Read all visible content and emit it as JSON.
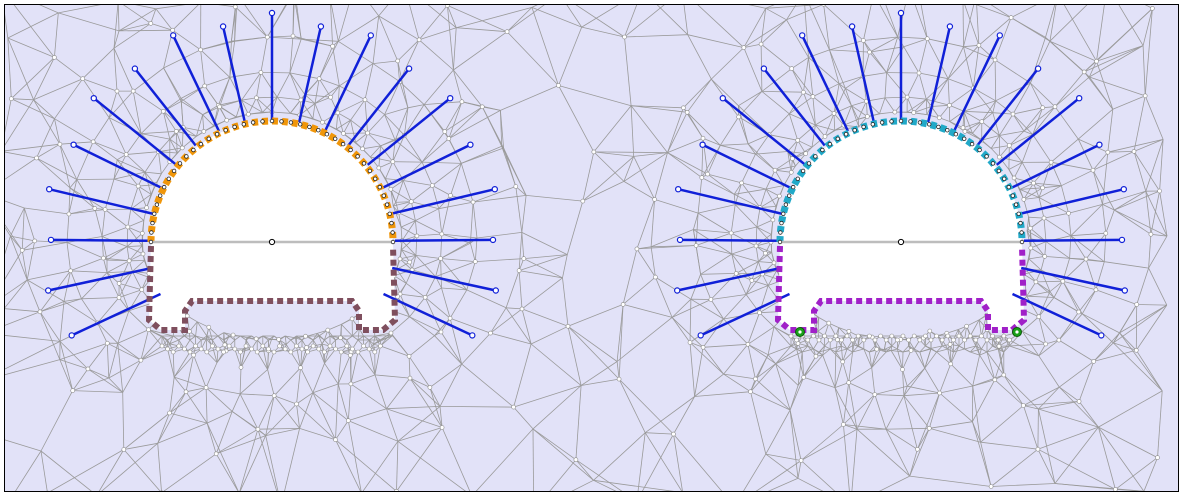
{
  "view": {
    "background": "#e2e2f8",
    "mesh_line_color": "#9a9a9a",
    "mesh_node_color": "#ffffff"
  },
  "tunnels": [
    {
      "id": "left",
      "crown_liner_color": "#f0960a",
      "wall_liner_color": "#7f4f5e",
      "bolt_color": "#1020d8",
      "springline_color": "#bdbdbd",
      "support_markers": false
    },
    {
      "id": "right",
      "crown_liner_color": "#21a9c8",
      "wall_liner_color": "#a020c8",
      "bolt_color": "#1020d8",
      "springline_color": "#bdbdbd",
      "support_markers": true,
      "support_marker_color": "#18a018"
    }
  ],
  "bolt_count_per_tunnel": 19
}
